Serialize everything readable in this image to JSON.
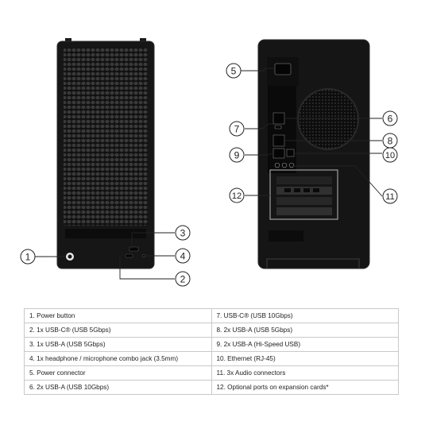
{
  "callouts": [
    "1",
    "2",
    "3",
    "4",
    "5",
    "6",
    "7",
    "8",
    "9",
    "10",
    "11",
    "12"
  ],
  "legend": {
    "rows": [
      [
        "1.   Power button",
        "7.   USB-C® (USB 10Gbps)"
      ],
      [
        "2.   1x USB-C® (USB 5Gbps)",
        "8.   2x USB-A (USB 5Gbps)"
      ],
      [
        "3.   1x USB-A (USB 5Gbps)",
        "9.   2x USB-A (Hi-Speed USB)"
      ],
      [
        "4.   1x headphone / microphone combo jack (3.5mm)",
        "10. Ethernet (RJ-45)"
      ],
      [
        "5.   Power connector",
        "11.  3x Audio connectors"
      ],
      [
        "6.   2x USB-A (USB 10Gbps)",
        "12.  Optional ports on expansion cards*"
      ]
    ]
  },
  "colors": {
    "chassis": "#141414",
    "chassis_edge": "#2a2a2a",
    "line": "#222222",
    "table_border": "#c9c9c9"
  }
}
